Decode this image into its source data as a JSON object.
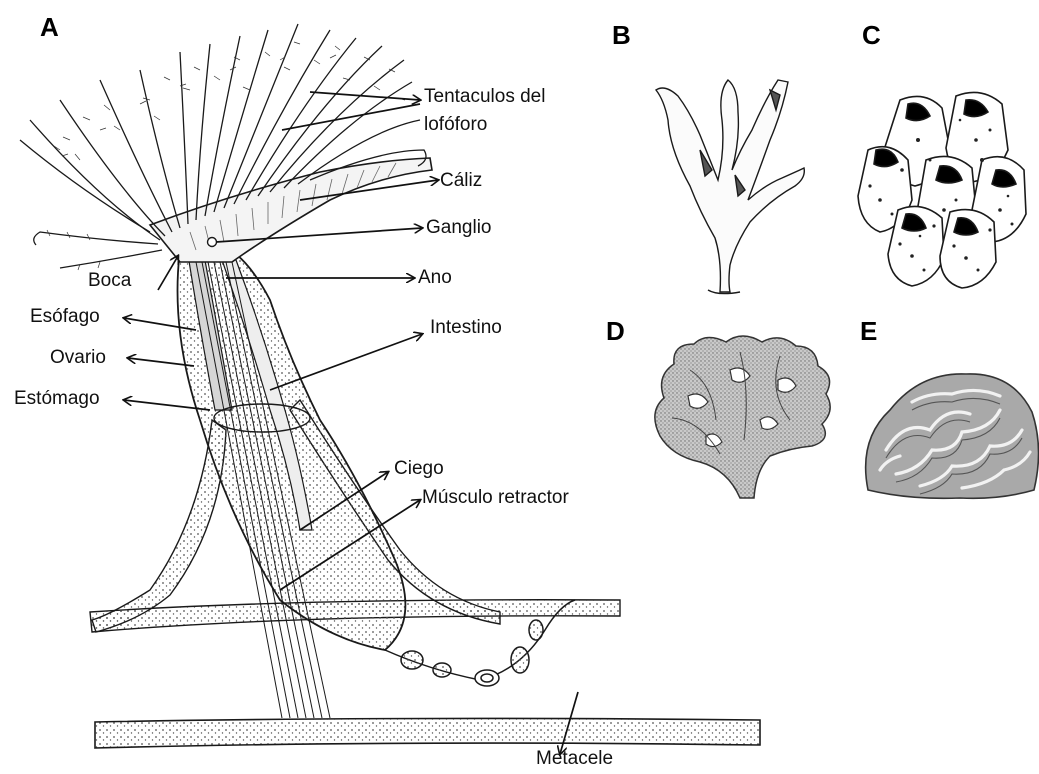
{
  "panels": {
    "a": "A",
    "b": "B",
    "c": "C",
    "d": "D",
    "e": "E"
  },
  "labels": {
    "tentaculos_line1": "Tentaculos del",
    "tentaculos_line2": "lofóforo",
    "caliz": "Cáliz",
    "ganglio": "Ganglio",
    "ano": "Ano",
    "intestino": "Intestino",
    "boca": "Boca",
    "esofago": "Esófago",
    "ovario": "Ovario",
    "estomago": "Estómago",
    "ciego": "Ciego",
    "musculo_retractor": "Músculo retractor",
    "metacele": "Metacele"
  },
  "colors": {
    "ink": "#1a1a1a",
    "stipple": "#555555",
    "fill_light": "#f4f4f4",
    "fill_grey": "#b9b9b9",
    "fill_dark": "#8c8c8c"
  }
}
